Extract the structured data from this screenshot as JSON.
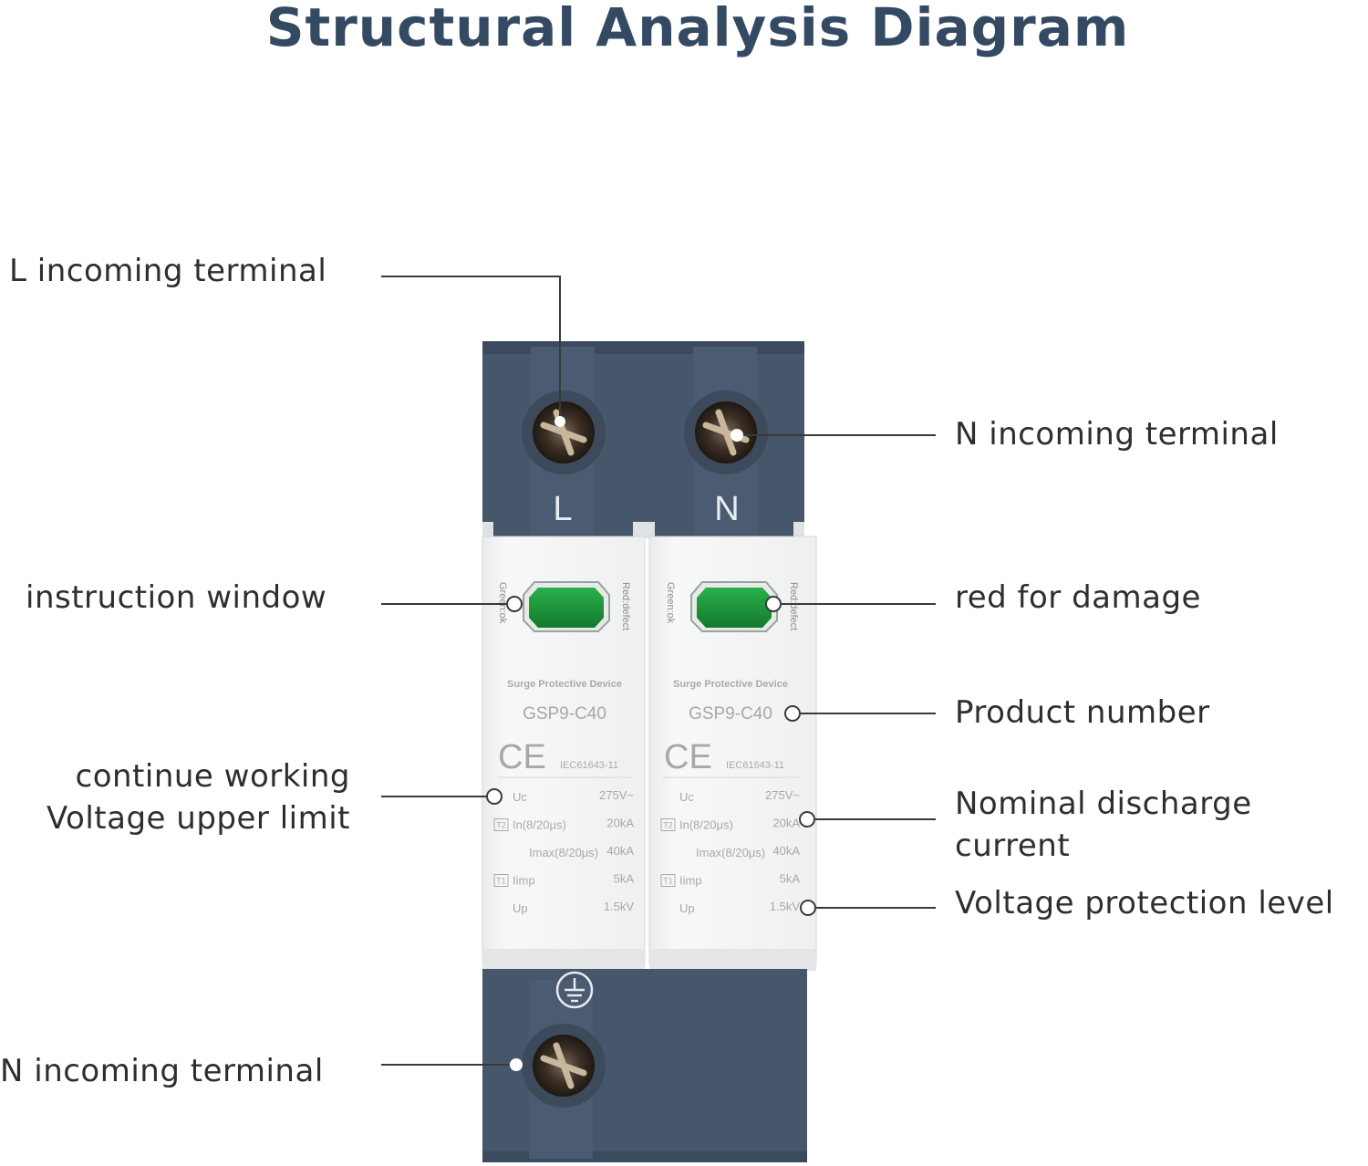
{
  "title": "Structural Analysis Diagram",
  "labels": {
    "l_incoming": "L incoming terminal",
    "n_incoming_top": "N incoming terminal",
    "instruction_window": "instruction window",
    "red_for_damage": "red for damage",
    "product_number": "Product number",
    "continue_working_line1": "continue working",
    "continue_working_line2": "Voltage upper limit",
    "nominal_discharge_line1": "Nominal discharge",
    "nominal_discharge_line2": "current",
    "voltage_protection": "Voltage protection level",
    "n_incoming_bottom": "N incoming terminal"
  },
  "device": {
    "terminal_L": "L",
    "terminal_N": "N",
    "indicator_green": "Green:ok",
    "indicator_red": "Red:defect",
    "heading": "Surge Protective Device",
    "model": "GSP9-C40",
    "ce_mark": "CE",
    "standard": "IEC61643-11",
    "specs": [
      {
        "tag": "",
        "name": "Uc",
        "value": "275V~"
      },
      {
        "tag": "T2",
        "name": "In(8/20μs)",
        "value": "20kA"
      },
      {
        "tag": "",
        "name": "Imax(8/20μs)",
        "value": "40kA"
      },
      {
        "tag": "T1",
        "name": "Iimp",
        "value": "5kA"
      },
      {
        "tag": "",
        "name": "Up",
        "value": "1.5kV"
      }
    ]
  },
  "colors": {
    "title": "#344a63",
    "housing": "#46566b",
    "housing_dark": "#3b4a5d",
    "module": "#f2f3f4",
    "window": "#1f9a3c",
    "leader": "#3a3a3a"
  }
}
